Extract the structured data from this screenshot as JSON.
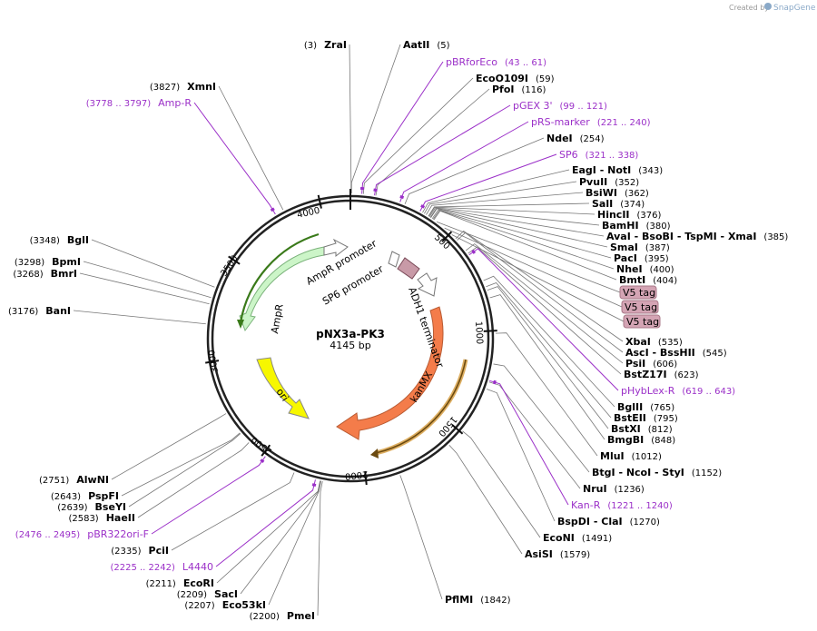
{
  "brand": {
    "created_by": "Created by",
    "name": "SnapGene"
  },
  "plasmid": {
    "name": "pNX3a-PK3",
    "length_label": "4145 bp",
    "length": 4145
  },
  "ruler_ticks": [
    "500",
    "1000",
    "1500",
    "2000",
    "2500",
    "3000",
    "3500",
    "4000"
  ],
  "features": [
    {
      "name": "AmpR promoter",
      "color": "#ffffff"
    },
    {
      "name": "SP6 promoter",
      "color": "#ffffff"
    },
    {
      "name": "ADH1 terminator",
      "color": "#ffffff"
    },
    {
      "name": "AmpR",
      "color": "#ccf5c8"
    },
    {
      "name": "ori",
      "color": "#f7f700"
    },
    {
      "name": "kanMX",
      "color": "#f47c4a"
    },
    {
      "name": "V5 tag",
      "color": "#d4a4b4"
    }
  ],
  "sites": [
    {
      "kind": "enzyme",
      "name": "ZraI",
      "pos": "(3)",
      "bp": 3
    },
    {
      "kind": "enzyme",
      "name": "AatII",
      "pos": "(5)",
      "bp": 5
    },
    {
      "kind": "primer",
      "name": "pBRforEco",
      "pos": "(43 .. 61)",
      "bp": 52
    },
    {
      "kind": "enzyme",
      "name": "EcoO109I",
      "pos": "(59)",
      "bp": 59
    },
    {
      "kind": "enzyme",
      "name": "PfoI",
      "pos": "(116)",
      "bp": 116
    },
    {
      "kind": "primer",
      "name": "pGEX 3'",
      "pos": "(99 .. 121)",
      "bp": 110
    },
    {
      "kind": "primer",
      "name": "pRS-marker",
      "pos": "(221 .. 240)",
      "bp": 230
    },
    {
      "kind": "enzyme",
      "name": "NdeI",
      "pos": "(254)",
      "bp": 254
    },
    {
      "kind": "primer",
      "name": "SP6",
      "pos": "(321 .. 338)",
      "bp": 330
    },
    {
      "kind": "enzyme",
      "name": "EagI - NotI",
      "pos": "(343)",
      "bp": 343
    },
    {
      "kind": "enzyme",
      "name": "PvuII",
      "pos": "(352)",
      "bp": 352
    },
    {
      "kind": "enzyme",
      "name": "BsiWI",
      "pos": "(362)",
      "bp": 362
    },
    {
      "kind": "enzyme",
      "name": "SalI",
      "pos": "(374)",
      "bp": 374
    },
    {
      "kind": "enzyme",
      "name": "HincII",
      "pos": "(376)",
      "bp": 376
    },
    {
      "kind": "enzyme",
      "name": "BamHI",
      "pos": "(380)",
      "bp": 380
    },
    {
      "kind": "enzyme",
      "name": "AvaI - BsoBI - TspMI - XmaI",
      "pos": "(385)",
      "bp": 385
    },
    {
      "kind": "enzyme",
      "name": "SmaI",
      "pos": "(387)",
      "bp": 387
    },
    {
      "kind": "enzyme",
      "name": "PacI",
      "pos": "(395)",
      "bp": 395
    },
    {
      "kind": "enzyme",
      "name": "NheI",
      "pos": "(400)",
      "bp": 400
    },
    {
      "kind": "enzyme",
      "name": "BmtI",
      "pos": "(404)",
      "bp": 404
    },
    {
      "kind": "tag",
      "name": "V5 tag",
      "pos": "",
      "bp": 420
    },
    {
      "kind": "tag",
      "name": "V5 tag",
      "pos": "",
      "bp": 465
    },
    {
      "kind": "tag",
      "name": "V5 tag",
      "pos": "",
      "bp": 510
    },
    {
      "kind": "enzyme",
      "name": "XbaI",
      "pos": "(535)",
      "bp": 535
    },
    {
      "kind": "enzyme",
      "name": "AscI - BssHII",
      "pos": "(545)",
      "bp": 545
    },
    {
      "kind": "enzyme",
      "name": "PsiI",
      "pos": "(606)",
      "bp": 606
    },
    {
      "kind": "enzyme",
      "name": "BstZ17I",
      "pos": "(623)",
      "bp": 623
    },
    {
      "kind": "primer",
      "name": "pHybLex-R",
      "pos": "(619 .. 643)",
      "bp": 631
    },
    {
      "kind": "enzyme",
      "name": "BglII",
      "pos": "(765)",
      "bp": 765
    },
    {
      "kind": "enzyme",
      "name": "BstEII",
      "pos": "(795)",
      "bp": 795
    },
    {
      "kind": "enzyme",
      "name": "BstXI",
      "pos": "(812)",
      "bp": 812
    },
    {
      "kind": "enzyme",
      "name": "BmgBI",
      "pos": "(848)",
      "bp": 848
    },
    {
      "kind": "enzyme",
      "name": "MluI",
      "pos": "(1012)",
      "bp": 1012
    },
    {
      "kind": "enzyme",
      "name": "BtgI - NcoI - StyI",
      "pos": "(1152)",
      "bp": 1152
    },
    {
      "kind": "enzyme",
      "name": "NruI",
      "pos": "(1236)",
      "bp": 1236
    },
    {
      "kind": "primer",
      "name": "Kan-R",
      "pos": "(1221 .. 1240)",
      "bp": 1230
    },
    {
      "kind": "enzyme",
      "name": "BspDI - ClaI",
      "pos": "(1270)",
      "bp": 1270
    },
    {
      "kind": "enzyme",
      "name": "EcoNI",
      "pos": "(1491)",
      "bp": 1491
    },
    {
      "kind": "enzyme",
      "name": "AsiSI",
      "pos": "(1579)",
      "bp": 1579
    },
    {
      "kind": "enzyme",
      "name": "PflMI",
      "pos": "(1842)",
      "bp": 1842
    },
    {
      "kind": "enzyme",
      "name": "PmeI",
      "pos": "(2200)",
      "bp": 2200
    },
    {
      "kind": "enzyme",
      "name": "Eco53kI",
      "pos": "(2207)",
      "bp": 2207
    },
    {
      "kind": "enzyme",
      "name": "SacI",
      "pos": "(2209)",
      "bp": 2209
    },
    {
      "kind": "enzyme",
      "name": "EcoRI",
      "pos": "(2211)",
      "bp": 2211
    },
    {
      "kind": "primer",
      "name": "L4440",
      "pos": "(2225 .. 2242)",
      "bp": 2233
    },
    {
      "kind": "enzyme",
      "name": "PciI",
      "pos": "(2335)",
      "bp": 2335
    },
    {
      "kind": "primer",
      "name": "pBR322ori-F",
      "pos": "(2476 .. 2495)",
      "bp": 2485
    },
    {
      "kind": "enzyme",
      "name": "HaeII",
      "pos": "(2583)",
      "bp": 2583
    },
    {
      "kind": "enzyme",
      "name": "BseYI",
      "pos": "(2639)",
      "bp": 2639
    },
    {
      "kind": "enzyme",
      "name": "PspFI",
      "pos": "(2643)",
      "bp": 2643
    },
    {
      "kind": "enzyme",
      "name": "AlwNI",
      "pos": "(2751)",
      "bp": 2751
    },
    {
      "kind": "enzyme",
      "name": "BanI",
      "pos": "(3176)",
      "bp": 3176
    },
    {
      "kind": "enzyme",
      "name": "BmrI",
      "pos": "(3268)",
      "bp": 3268
    },
    {
      "kind": "enzyme",
      "name": "BpmI",
      "pos": "(3298)",
      "bp": 3298
    },
    {
      "kind": "enzyme",
      "name": "BglI",
      "pos": "(3348)",
      "bp": 3348
    },
    {
      "kind": "primer",
      "name": "Amp-R",
      "pos": "(3778 .. 3797)",
      "bp": 3787
    },
    {
      "kind": "enzyme",
      "name": "XmnI",
      "pos": "(3827)",
      "bp": 3827
    }
  ]
}
